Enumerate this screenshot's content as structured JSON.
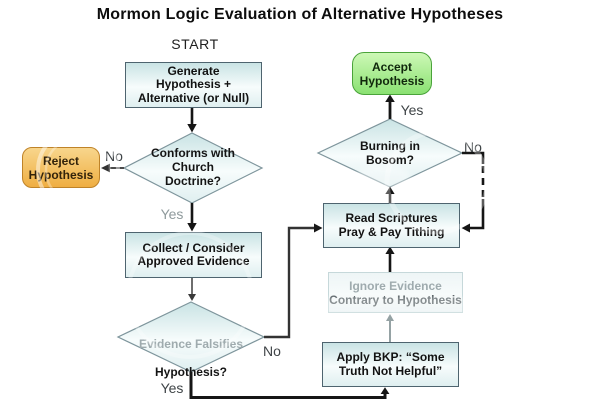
{
  "title": "Mormon Logic Evaluation of Alternative Hypotheses",
  "start_label": "START",
  "nodes": {
    "generate": {
      "label": "Generate\nHypothesis +\nAlternative (or Null)"
    },
    "conforms": {
      "label": "Conforms with\nChurch\nDoctrine?"
    },
    "reject": {
      "label": "Reject\nHypothesis"
    },
    "collect": {
      "label": "Collect / Consider\nApproved Evidence"
    },
    "evidence": {
      "line1": "Evidence Falsifies",
      "line2": "Hypothesis?"
    },
    "apply_bkp": {
      "label": "Apply BKP: “Some\nTruth Not Helpful”"
    },
    "ignore": {
      "line1": "Ignore Evidence",
      "line2": "Contrary to Hypothesis"
    },
    "read": {
      "label": "Read Scriptures\nPray & Pay Tithing"
    },
    "burning": {
      "label": "Burning in\nBosom?"
    },
    "accept": {
      "label": "Accept\nHypothesis"
    }
  },
  "edge_labels": {
    "conforms_no": "No",
    "conforms_yes": "Yes",
    "evidence_no": "No",
    "evidence_yes": "Yes",
    "burning_no": "No",
    "burning_yes": "Yes"
  },
  "colors": {
    "process-fill-top": "#c9e3e4",
    "process-fill-mid": "#f7fcfc",
    "process-fill-bottom": "#dfeff0",
    "process-border": "#4e646f",
    "diamond-border": "#7e959c",
    "accept-fill-top": "#cdf8b6",
    "accept-fill-bottom": "#8ae172",
    "accept-border": "#4aa33a",
    "reject-fill-top": "#f8d68c",
    "reject-fill-bottom": "#efae42",
    "reject-border": "#bf8328",
    "arrow-dark": "#151515",
    "arrow-gray": "#95a2a4",
    "label-color": "#3f4447",
    "faded-text": "#9fabae"
  }
}
